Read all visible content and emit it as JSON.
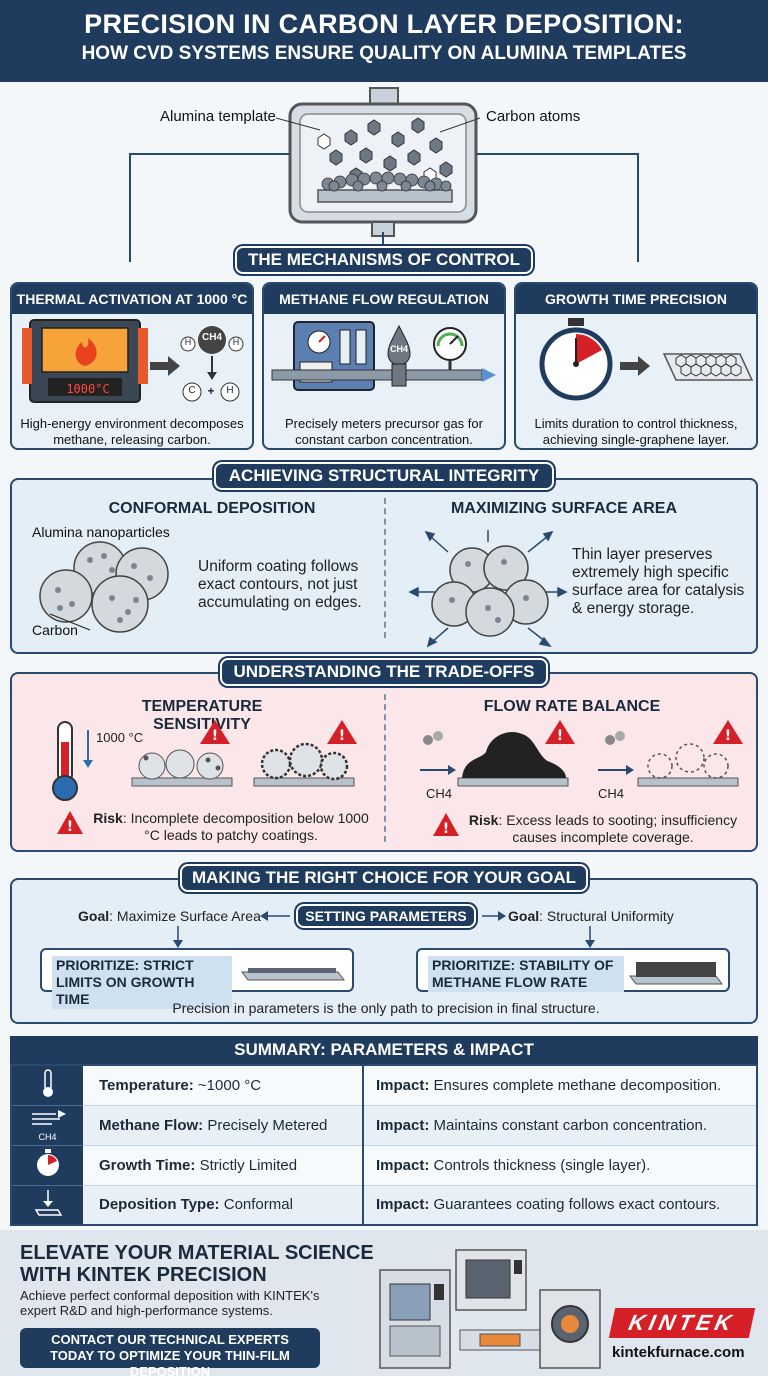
{
  "header": {
    "title_line1": "PRECISION IN CARBON LAYER DEPOSITION:",
    "title_line2": "HOW CVD SYSTEMS ENSURE QUALITY ON ALUMINA TEMPLATES"
  },
  "chamber": {
    "label_left": "Alumina template",
    "label_right": "Carbon atoms"
  },
  "mechanisms": {
    "title": "THE MECHANISMS OF CONTROL",
    "cards": [
      {
        "title": "THERMAL ACTIVATION AT 1000 °C",
        "display": "1000°C",
        "molecule": "CH4",
        "h": "H",
        "c": "C",
        "plus": "+",
        "desc": "High-energy environment decomposes methane, releasing carbon."
      },
      {
        "title": "METHANE FLOW REGULATION",
        "gas": "CH4",
        "desc": "Precisely meters precursor gas for constant carbon concentration."
      },
      {
        "title": "GROWTH TIME PRECISION",
        "desc": "Limits duration to control thickness, achieving single-graphene layer."
      }
    ]
  },
  "integrity": {
    "title": "ACHIEVING STRUCTURAL INTEGRITY",
    "left": {
      "title": "CONFORMAL DEPOSITION",
      "label_top": "Alumina nanoparticles",
      "label_bottom": "Carbon",
      "text": "Uniform coating follows exact contours, not just accumulating on edges."
    },
    "right": {
      "title": "MAXIMIZING SURFACE AREA",
      "text": "Thin layer preserves extremely high specific surface area for catalysis & energy storage."
    }
  },
  "tradeoffs": {
    "title": "UNDERSTANDING THE TRADE-OFFS",
    "left": {
      "title": "TEMPERATURE SENSITIVITY",
      "temp_label": "1000 °C",
      "risk_label": "Risk",
      "risk_text": ": Incomplete decomposition below 1000 °C leads to patchy coatings."
    },
    "right": {
      "title": "FLOW RATE BALANCE",
      "gas1": "CH4",
      "gas2": "CH4",
      "risk_label": "Risk",
      "risk_text": ": Excess leads to sooting; insufficiency causes incomplete coverage."
    }
  },
  "choice": {
    "title": "MAKING THE RIGHT CHOICE FOR YOUR GOAL",
    "center": "SETTING PARAMETERS",
    "goal_left_label": "Goal",
    "goal_left_text": ": Maximize Surface Area",
    "goal_right_label": "Goal",
    "goal_right_text": ": Structural Uniformity",
    "prio_left": "PRIORITIZE: STRICT LIMITS ON GROWTH TIME",
    "prio_right": "PRIORITIZE: STABILITY OF METHANE FLOW RATE",
    "footer": "Precision in parameters is the only path to precision in final structure."
  },
  "summary": {
    "title": "SUMMARY: PARAMETERS & IMPACT",
    "rows": [
      {
        "param_label": "Temperature:",
        "param_value": " ~1000 °C",
        "impact_label": "Impact:",
        "impact_value": " Ensures complete methane decomposition.",
        "icon": "thermometer-icon"
      },
      {
        "param_label": "Methane Flow:",
        "param_value": " Precisely Metered",
        "impact_label": "Impact:",
        "impact_value": " Maintains constant carbon concentration.",
        "icon": "flow-icon",
        "icon_text": "CH4"
      },
      {
        "param_label": "Growth Time:",
        "param_value": " Strictly Limited",
        "impact_label": "Impact:",
        "impact_value": " Controls thickness (single layer).",
        "icon": "stopwatch-icon"
      },
      {
        "param_label": "Deposition Type:",
        "param_value": " Conformal",
        "impact_label": "Impact:",
        "impact_value": " Guarantees coating follows exact contours.",
        "icon": "deposition-icon"
      }
    ]
  },
  "footer": {
    "heading": "ELEVATE YOUR MATERIAL SCIENCE WITH KINTEK PRECISION",
    "desc": "Achieve perfect conformal deposition with KINTEK's expert R&D and high-performance systems.",
    "cta": "CONTACT OUR TECHNICAL EXPERTS TODAY TO OPTIMIZE YOUR THIN-FILM DEPOSITION",
    "logo": "KINTEK",
    "site": "kintekfurnace.com"
  },
  "colors": {
    "navy": "#1f3b5e",
    "red": "#d62027",
    "pink_panel": "#fbe7ea",
    "blue_panel": "#e3eef7"
  }
}
